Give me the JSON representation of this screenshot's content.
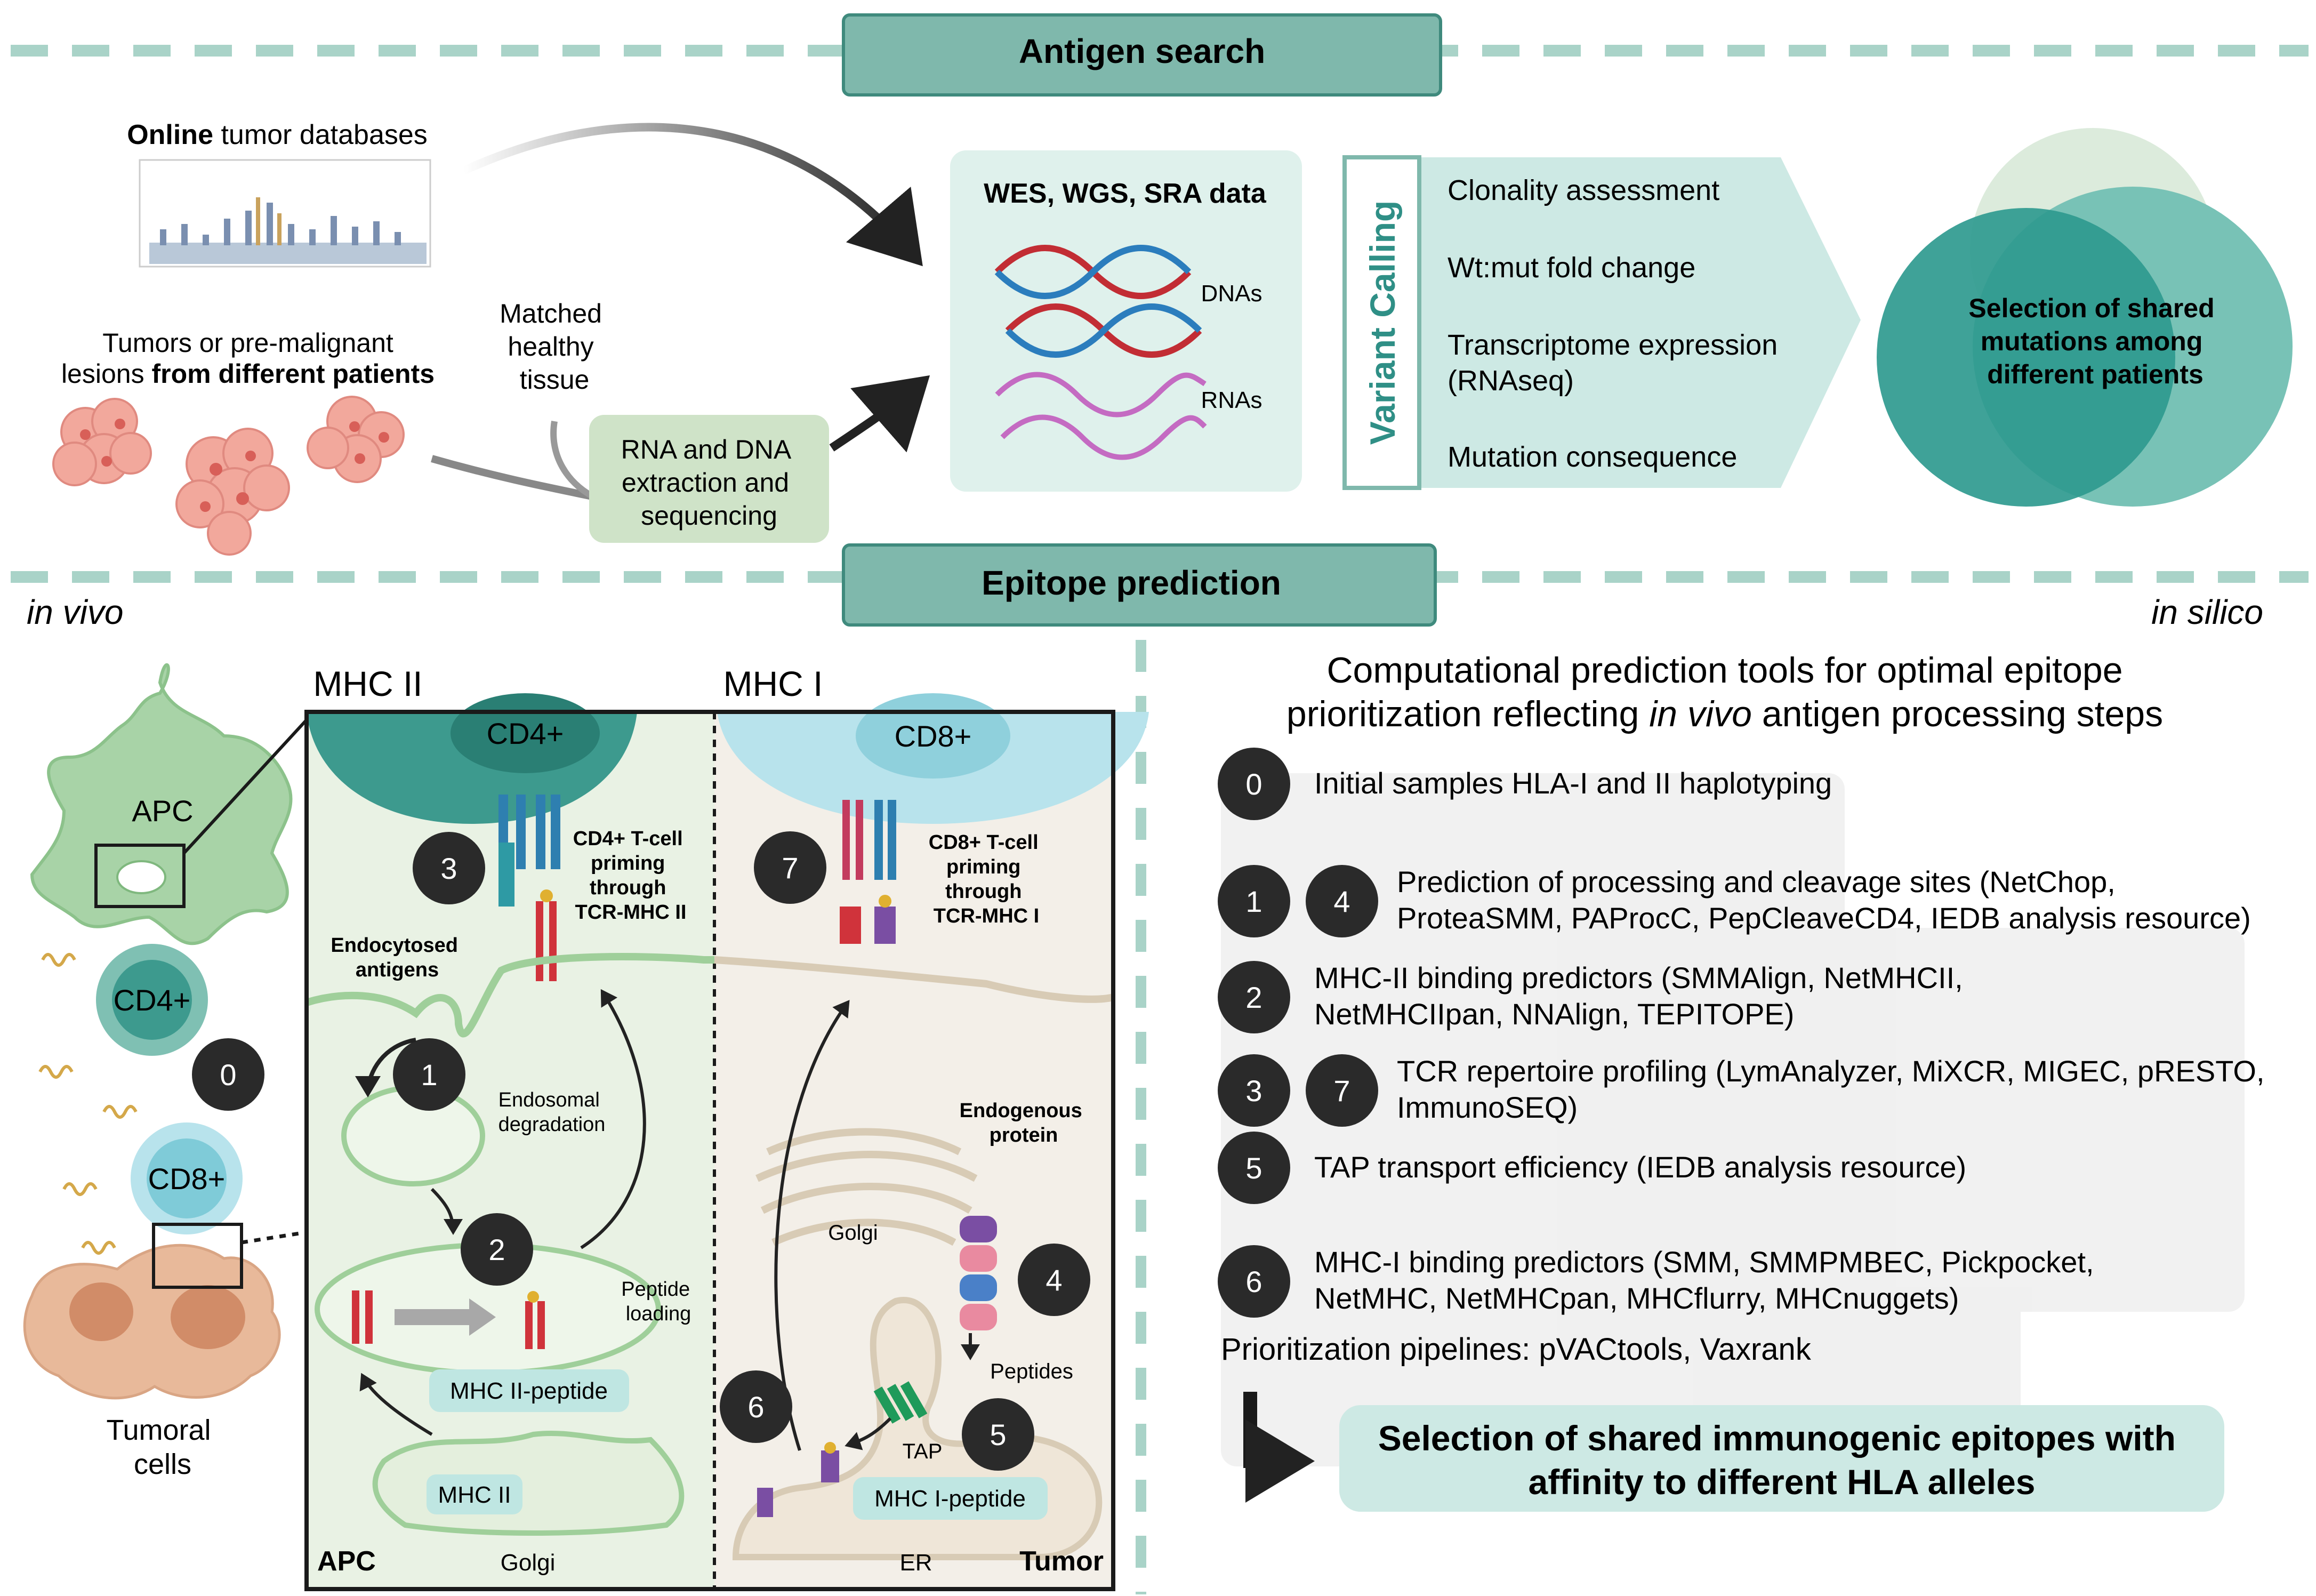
{
  "top": {
    "header": "Antigen search",
    "online_bold": "Online",
    "online_rest": " tumor databases",
    "tumors_line1": "Tumors or pre-malignant",
    "tumors_line2_normal": "lesions ",
    "tumors_line2_bold": "from different patients",
    "matched": [
      "Matched",
      "healthy",
      "tissue"
    ],
    "rna_dna_box": [
      "RNA and DNA",
      "extraction and",
      "sequencing"
    ],
    "data_panel": {
      "title": "WES, WGS, SRA data",
      "dna_label": "DNAs",
      "rna_label": "RNAs"
    },
    "variant_calling": {
      "label": "Variant Calling",
      "items": [
        "Clonality assessment",
        "Wt:mut fold change",
        "Transcriptome expression",
        "(RNAseq)",
        "Mutation consequence"
      ]
    },
    "venn_text": [
      "Selection of shared",
      "mutations among",
      "different patients"
    ]
  },
  "middle": {
    "header": "Epitope prediction",
    "left_label": "in vivo",
    "right_label": "in silico"
  },
  "left": {
    "apc": "APC",
    "cd4": "CD4+",
    "cd8": "CD8+",
    "zero": "0",
    "tumoral": [
      "Tumoral",
      "cells"
    ],
    "mhc2_title": "MHC II",
    "mhc1_title": "MHC I",
    "cd4_cell": "CD4+",
    "cd8_cell": "CD8+",
    "cd4_priming": [
      "CD4+ T-cell",
      "priming",
      "through",
      "TCR-MHC II"
    ],
    "cd8_priming": [
      "CD8+ T-cell",
      "priming",
      "through",
      "TCR-MHC I"
    ],
    "endocytosed": [
      "Endocytosed",
      "antigens"
    ],
    "endosomal": [
      "Endosomal",
      "degradation"
    ],
    "peptide_loading": [
      "Peptide",
      "loading"
    ],
    "mhc2_peptide": "MHC II-peptide",
    "mhc2_label": "MHC II",
    "golgi_left": "Golgi",
    "apc_corner": "APC",
    "endogenous": [
      "Endogenous",
      "protein"
    ],
    "golgi_right": "Golgi",
    "peptides": "Peptides",
    "tap": "TAP",
    "mhc1_peptide": "MHC I-peptide",
    "er": "ER",
    "tumor_corner": "Tumor",
    "steps": [
      "3",
      "1",
      "2",
      "7",
      "4",
      "6",
      "5"
    ]
  },
  "right": {
    "title_line1": "Computational prediction tools for optimal epitope",
    "title_line2_a": "prioritization reflecting ",
    "title_line2_italic": "in vivo",
    "title_line2_b": " antigen processing steps",
    "items": [
      {
        "badges": [
          "0"
        ],
        "lines": [
          "Initial samples HLA-I and II haplotyping"
        ]
      },
      {
        "badges": [
          "1",
          "4"
        ],
        "lines": [
          "Prediction of processing and cleavage sites (NetChop,",
          "ProteaSMM, PAProcC, PepCleaveCD4, IEDB analysis resource)"
        ]
      },
      {
        "badges": [
          "2"
        ],
        "lines": [
          "MHC-II binding predictors (SMMAlign, NetMHCII,",
          "NetMHCIIpan, NNAlign, TEPITOPE)"
        ]
      },
      {
        "badges": [
          "3",
          "7"
        ],
        "lines": [
          "TCR repertoire profiling (LymAnalyzer, MiXCR, MIGEC, pRESTO,",
          "ImmunoSEQ)"
        ]
      },
      {
        "badges": [
          "5"
        ],
        "lines": [
          "TAP transport efficiency (IEDB analysis resource)"
        ]
      },
      {
        "badges": [
          "6"
        ],
        "lines": [
          "MHC-I binding predictors (SMM, SMMPMBEC, Pickpocket,",
          "NetMHC, NetMHCpan, MHCflurry, MHCnuggets)"
        ]
      }
    ],
    "pipelines": "Prioritization pipelines: pVACtools, Vaxrank",
    "final_box": [
      "Selection of shared immunogenic epitopes with",
      "affinity to different HLA alleles"
    ]
  },
  "colors": {
    "teal_header": "#7fb8ac",
    "teal_dark": "#2f8f86",
    "mint": "#d8efe9",
    "green_cell": "#a8d3a7",
    "badge": "#2a2a2a"
  }
}
